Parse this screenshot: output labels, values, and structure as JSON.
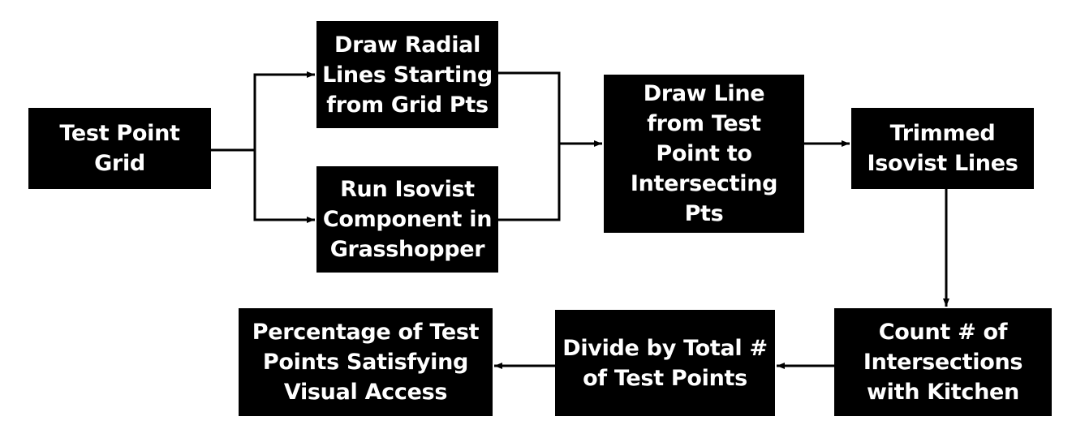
{
  "diagram": {
    "nodes": [
      {
        "id": "n1",
        "label": "Test Point\nGrid"
      },
      {
        "id": "n2",
        "label": "Draw Radial\nLines Starting\nfrom Grid Pts"
      },
      {
        "id": "n3",
        "label": "Run Isovist\nComponent in\nGrasshopper"
      },
      {
        "id": "n4",
        "label": "Draw Line\nfrom Test\nPoint to\nIntersecting\nPts"
      },
      {
        "id": "n5",
        "label": "Trimmed\nIsovist Lines"
      },
      {
        "id": "n6",
        "label": "Count # of\nIntersections\nwith Kitchen"
      },
      {
        "id": "n7",
        "label": "Divide by Total #\nof Test Points"
      },
      {
        "id": "n8",
        "label": "Percentage of Test\nPoints Satisfying\nVisual Access"
      }
    ],
    "edges": [
      {
        "from": "n1",
        "to": "n2"
      },
      {
        "from": "n1",
        "to": "n3"
      },
      {
        "from": "n2",
        "to": "n4"
      },
      {
        "from": "n3",
        "to": "n4"
      },
      {
        "from": "n4",
        "to": "n5"
      },
      {
        "from": "n5",
        "to": "n6"
      },
      {
        "from": "n6",
        "to": "n7"
      },
      {
        "from": "n7",
        "to": "n8"
      }
    ],
    "colors": {
      "node_fill": "#000000",
      "node_text": "#ffffff",
      "edge": "#000000",
      "background": "#ffffff"
    }
  }
}
